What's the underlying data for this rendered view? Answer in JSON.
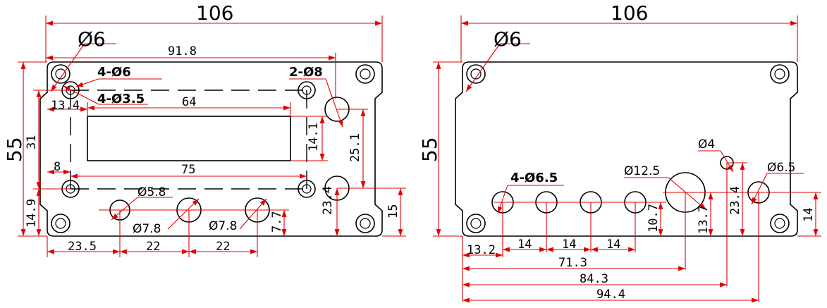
{
  "left_view": {
    "overall_width": "106",
    "overall_height": "55",
    "corner_hole": "Ø6",
    "inner_width": "91.8",
    "four_hole_label": "4-Ø6",
    "four_small_label": "4-Ø3.5",
    "two_hole_label": "2-Ø8",
    "offset_13_4": "13.4",
    "window_width": "64",
    "window_height": "14.1",
    "hole_spacing_31": "31",
    "right_hole_25_1": "25.1",
    "offset_8": "8",
    "spacing_75": "75",
    "right_hole_23_4": "23.4",
    "bottom_14_9": "14.9",
    "dia_5_8": "Ø5.8",
    "dia_7_8_a": "Ø7.8",
    "dia_7_8_b": "Ø7.8",
    "height_7_7": "7.7",
    "height_15": "15",
    "bottom_23_5": "23.5",
    "bottom_22_a": "22",
    "bottom_22_b": "22"
  },
  "right_view": {
    "overall_width": "106",
    "overall_height": "55",
    "corner_hole": "Ø6",
    "dia_4": "Ø4",
    "four_hole_label": "4-Ø6.5",
    "dia_12_5": "Ø12.5",
    "dia_6_5": "Ø6.5",
    "height_23_4": "23.4",
    "height_14": "14",
    "height_10_7": "10.7",
    "height_13_7": "13.7",
    "off_13_2": "13.2",
    "pitch_a": "14",
    "pitch_b": "14",
    "pitch_c": "14",
    "pos_71_3": "71.3",
    "pos_84_3": "84.3",
    "pos_94_4": "94.4"
  }
}
